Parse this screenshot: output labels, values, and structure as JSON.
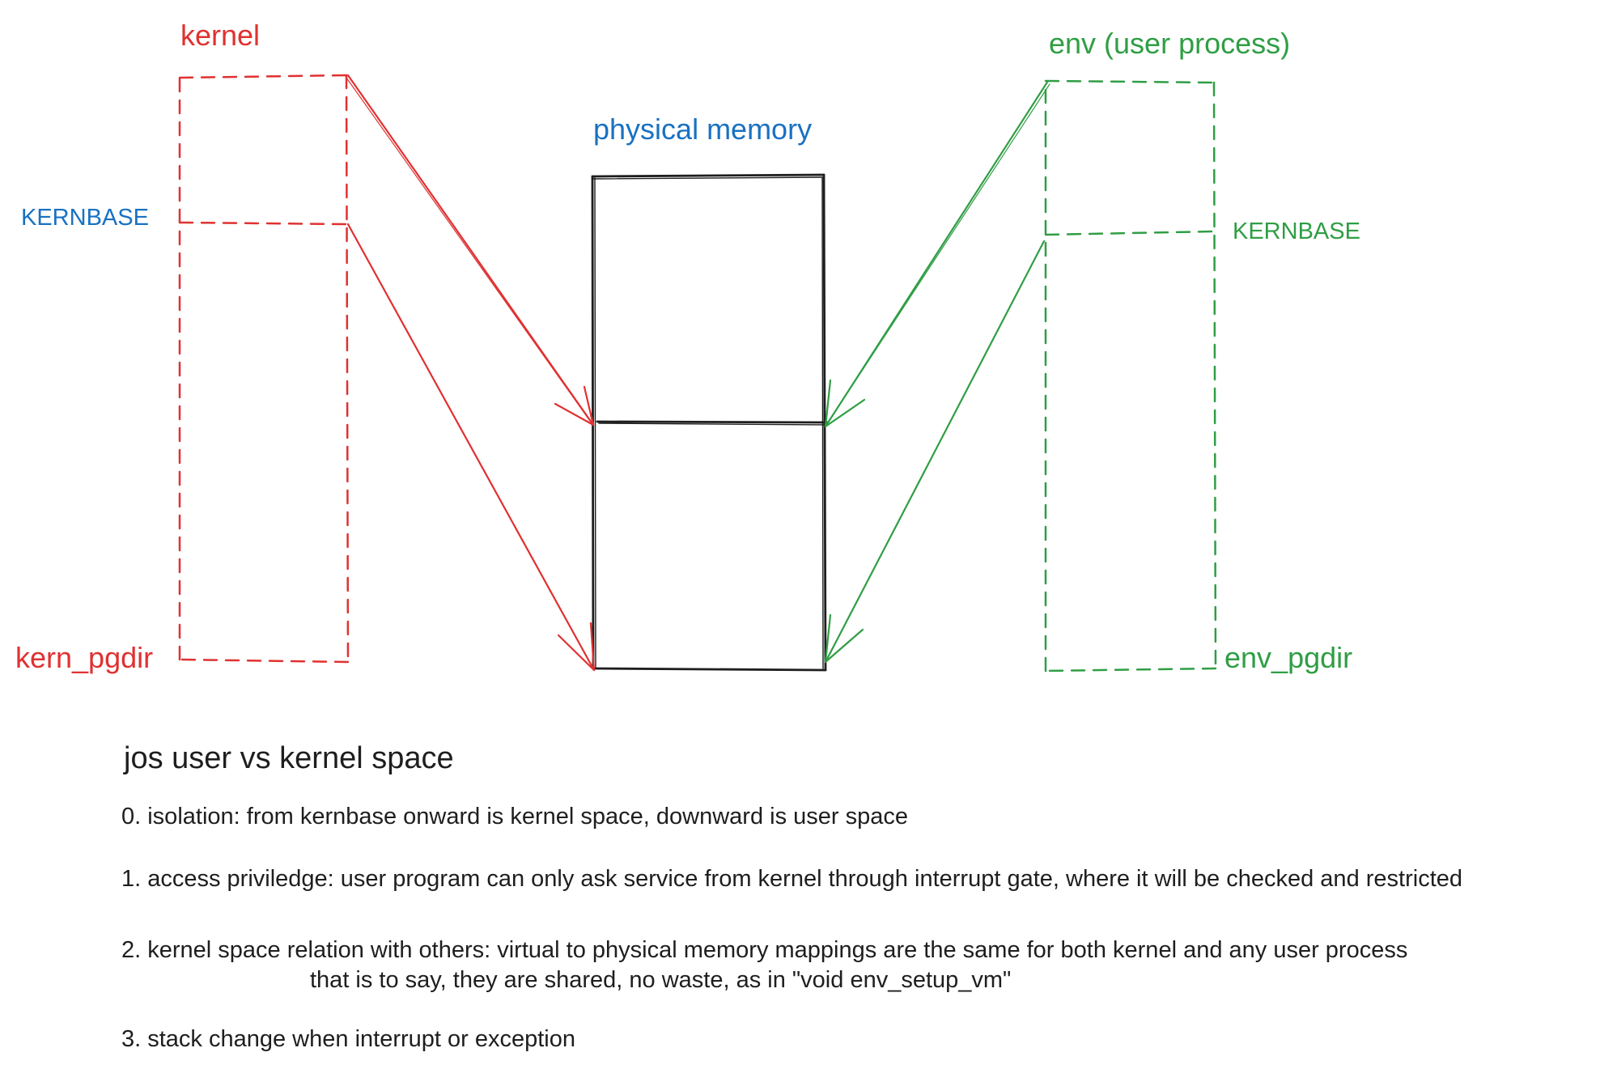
{
  "diagram": {
    "kernel_label": "kernel",
    "env_label": "env (user process)",
    "physical_memory_label": "physical memory",
    "kernbase_left_label": "KERNBASE",
    "kernbase_right_label": "KERNBASE",
    "kern_pgdir_label": "kern_pgdir",
    "env_pgdir_label": "env_pgdir",
    "colors": {
      "kernel": "#e03131",
      "env": "#2f9e44",
      "label_blue": "#1971c2",
      "memory_box": "#1e1e1e",
      "text": "#1e1e1e"
    }
  },
  "notes": {
    "heading": "jos user vs kernel space",
    "items": [
      "0. isolation: from kernbase onward is kernel space, downward is user space",
      "1. access priviledge: user program can only ask service from kernel through interrupt gate, where it will be checked and restricted",
      "2. kernel space relation with others: virtual to physical memory mappings are the same for both kernel and any user process",
      "that is to say, they are shared, no waste, as in \"void env_setup_vm\"",
      "3. stack change when interrupt or exception"
    ]
  }
}
